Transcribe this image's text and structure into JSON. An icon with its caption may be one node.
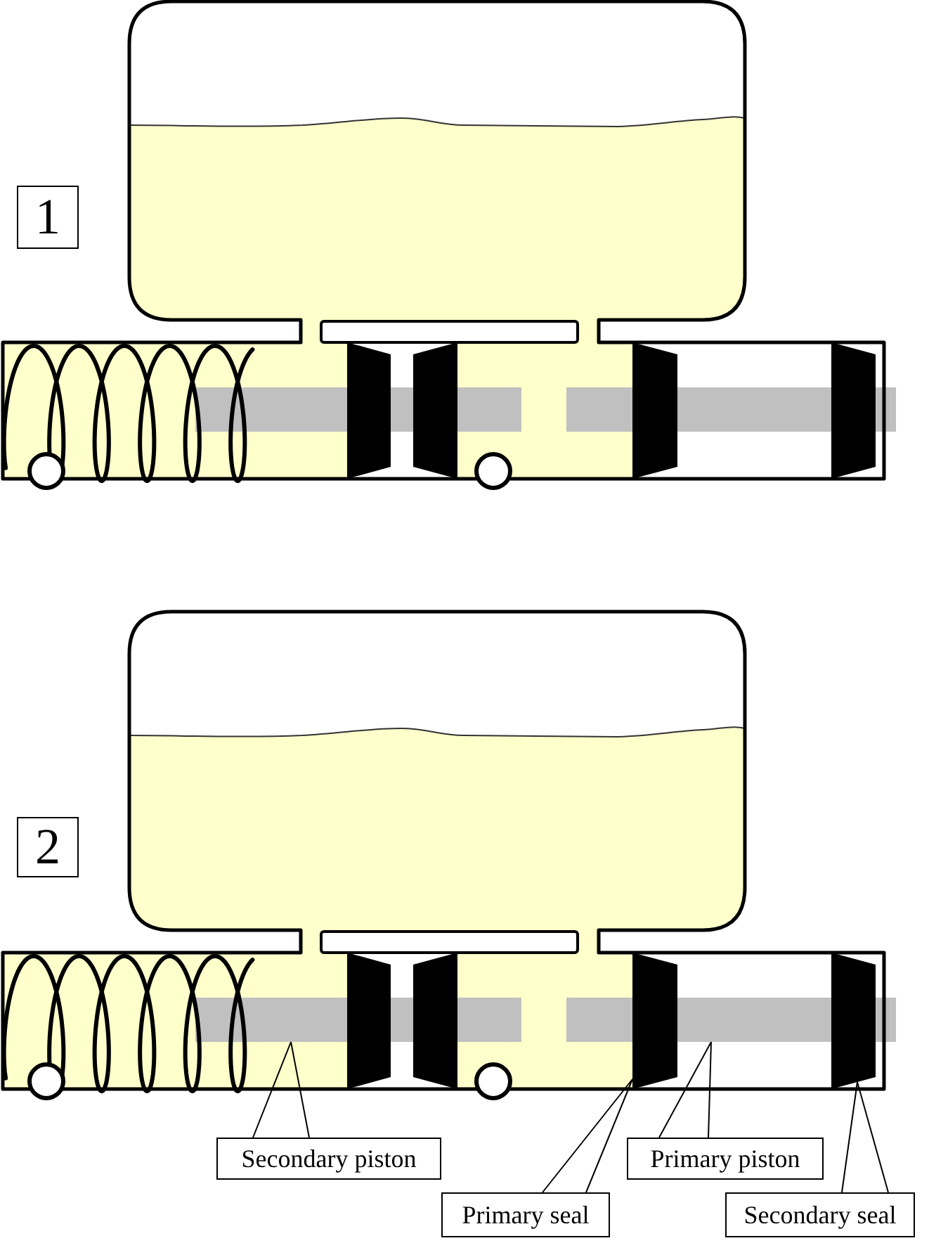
{
  "diagram": {
    "nodes": [
      {
        "text": [
          "1"
        ]
      },
      {
        "text": [
          "2"
        ]
      },
      {
        "text": [],
        "shape": "bar"
      },
      {
        "text": [],
        "shape": "trapezoid"
      },
      {
        "text": [],
        "shape": "bar"
      },
      {
        "text": [],
        "shape": "trapezoid"
      },
      {
        "text": [
          "Secondary piston"
        ]
      },
      {
        "text": [
          "Primary piston"
        ]
      },
      {
        "text": [
          "Primary seal"
        ]
      },
      {
        "text": [
          "Secondary seal"
        ]
      }
    ],
    "edges": [
      {
        "from": 6,
        "to": 2,
        "arrow": "none"
      },
      {
        "from": 7,
        "to": 4,
        "arrow": "none"
      },
      {
        "from": 8,
        "to": 3,
        "arrow": "none"
      },
      {
        "from": 9,
        "to": 5,
        "arrow": "none"
      }
    ]
  }
}
